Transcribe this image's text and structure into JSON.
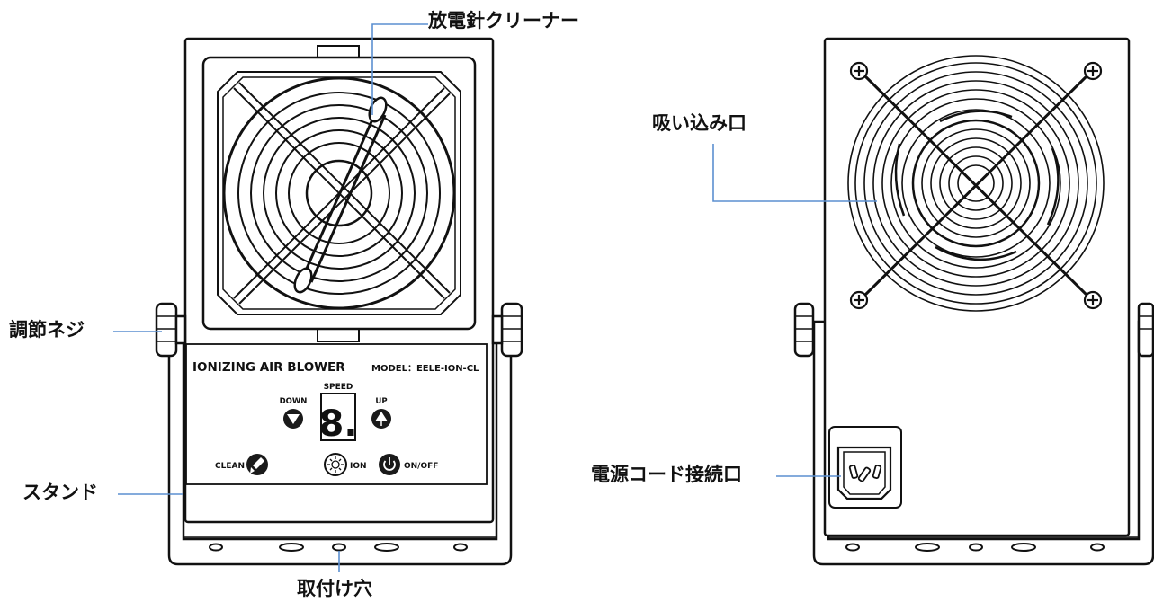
{
  "callouts": {
    "cleaner": "放電針クリーナー",
    "knob": "調節ネジ",
    "stand": "スタンド",
    "mount_holes": "取付け穴",
    "intake": "吸い込み口",
    "power_inlet": "電源コード接続口"
  },
  "control_panel": {
    "product_name": "IONIZING AIR BLOWER",
    "model": "MODEL：EELE-ION-CL",
    "speed_label": "SPEED",
    "down_label": "DOWN",
    "up_label": "UP",
    "display_value": "8.",
    "clean_label": "CLEAN",
    "ion_label": "ION",
    "power_label": "ON/OFF"
  },
  "colors": {
    "leader_line": "#5b8fd0",
    "outline": "#111111"
  },
  "icons": [
    "down-arrow-icon",
    "up-arrow-icon",
    "brush-icon",
    "ion-sun-icon",
    "power-icon",
    "screw-plus-icon"
  ]
}
